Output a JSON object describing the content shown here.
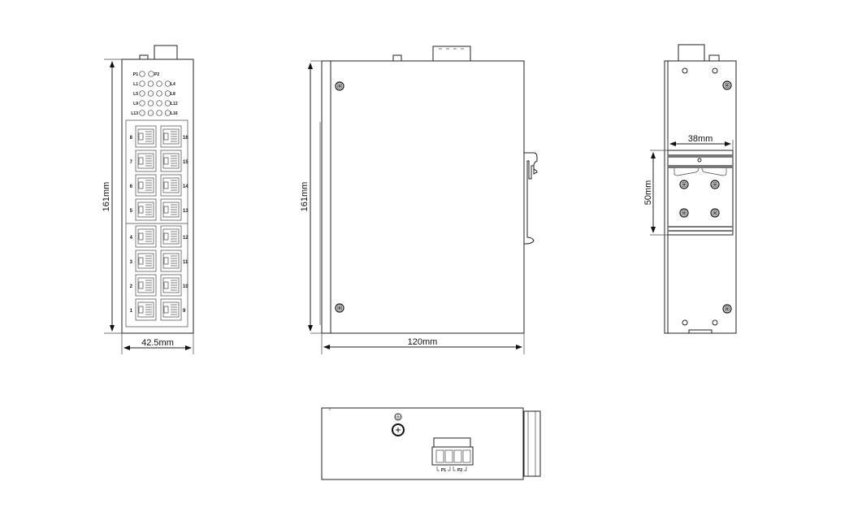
{
  "front_view": {
    "height_label": "161mm",
    "width_label": "42.5mm",
    "power_leds": [
      "P1",
      "P2"
    ],
    "led_rows": [
      {
        "left": "L1",
        "right": "L4"
      },
      {
        "left": "L5",
        "right": "L8"
      },
      {
        "left": "L9",
        "right": "L12"
      },
      {
        "left": "L13",
        "right": "L16"
      }
    ],
    "ports_left": [
      "8",
      "7",
      "6",
      "5",
      "4",
      "3",
      "2",
      "1"
    ],
    "ports_right": [
      "16",
      "15",
      "14",
      "13",
      "12",
      "11",
      "10",
      "9"
    ]
  },
  "side_view": {
    "height_label": "161mm",
    "depth_label": "120mm"
  },
  "rear_view": {
    "din_width_label": "38mm",
    "din_height_label": "50mm"
  },
  "bottom_view": {
    "terminal_labels": [
      "P1",
      "P2"
    ]
  }
}
